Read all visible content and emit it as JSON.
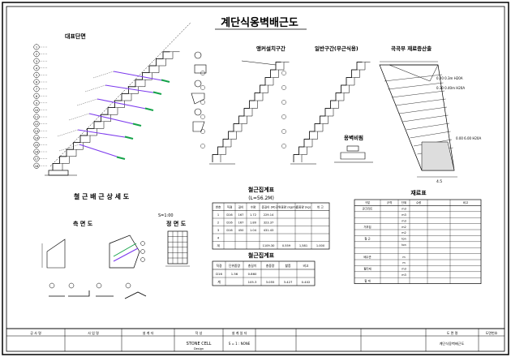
{
  "title": "계단식옹벽배근도",
  "section_titles": {
    "representative_section": "대표단면",
    "anchorage_section": "앵커설치구간",
    "general_section": "일반구간(무근식용)",
    "curved_section": "곡곡부 재료증산출",
    "wall_detail": "옹벽비림",
    "rebar_detail": "철 근 배 근 상 세 도",
    "scale_label": "S=1:00",
    "side_view": "측 면 도",
    "front_view": "정 면 도",
    "rebar_table_title": "철근집계표",
    "rebar_table_sub": "(L=56.2M)",
    "rebar_summary_title": "철근집계표",
    "material_table_title": "재료표"
  },
  "row_labels": [
    "1",
    "2",
    "3",
    "4",
    "5",
    "6",
    "7",
    "8",
    "9",
    "10",
    "11",
    "12",
    "13",
    "14",
    "15",
    "16",
    "17",
    "18"
  ],
  "annotations": {
    "curve_note_1": "0.20 0.3m H20A",
    "curve_note_2": "0.30 0.40m H20A",
    "curve_note_3": "0.00 6.00 H20A",
    "dim_bottom": "4.5"
  },
  "rebar_table": {
    "headers": [
      "번호",
      "직경",
      "길이",
      "수량",
      "총길이 (M)",
      "단위중량 (kg/m)",
      "총중량 (kg)",
      "비 고"
    ],
    "rows": [
      [
        "1",
        "D16",
        "167",
        "1.72",
        "229.14",
        "",
        "",
        ""
      ],
      [
        "2",
        "D16",
        "167",
        "1.80",
        "323.37",
        "",
        "",
        ""
      ],
      [
        "3",
        "D16",
        "450",
        "1.04",
        "431.43",
        "",
        "",
        ""
      ],
      [
        "4",
        "",
        "",
        "",
        "",
        "",
        "",
        ""
      ],
      [
        "계",
        "",
        "",
        "",
        "1109.30",
        "0.559",
        "1,581",
        "1.000"
      ]
    ]
  },
  "rebar_summary": {
    "headers": [
      "직경",
      "단위중량",
      "총길이",
      "총중량",
      "할증",
      "비고"
    ],
    "rows": [
      [
        "D16",
        "1.56",
        "0.860",
        "",
        "",
        ""
      ],
      [
        "계",
        "",
        "105.3",
        "3.055",
        "3.427",
        "0.402"
      ]
    ]
  },
  "material_table": {
    "headers": [
      "구분",
      "규격",
      "단위",
      "수량",
      "",
      "비고"
    ],
    "rows": [
      [
        "콘크리트",
        "",
        "m3",
        "",
        "",
        ""
      ],
      [
        "",
        "",
        "m3",
        "",
        "",
        ""
      ],
      [
        "",
        "",
        "m3",
        "",
        "",
        ""
      ],
      [
        "거푸집",
        "",
        "m2",
        "",
        "",
        ""
      ],
      [
        "",
        "",
        "m2",
        "",
        "",
        ""
      ],
      [
        "철 근",
        "",
        "ton",
        "",
        "",
        ""
      ],
      [
        "",
        "",
        "ton",
        "",
        "",
        ""
      ],
      [
        "",
        "",
        "",
        "",
        "",
        ""
      ],
      [
        "배수관",
        "",
        "m",
        "",
        "",
        ""
      ],
      [
        "",
        "",
        "m",
        "",
        "",
        ""
      ],
      [
        "필터재",
        "",
        "m3",
        "",
        "",
        ""
      ],
      [
        "",
        "",
        "m3",
        "",
        "",
        ""
      ],
      [
        "합 계",
        "",
        "",
        "",
        "",
        ""
      ]
    ]
  },
  "title_block": {
    "cells": [
      "공 사 명",
      "사 업 명",
      "설 계 자",
      "작 성",
      "설 계 일 자",
      "",
      "",
      "",
      "도 면 명",
      "도면번호"
    ],
    "logo_text": "STONE CELL",
    "logo_sub": "Design",
    "scale_value": "S = 1 : NONE",
    "drawing_name": "계단식옹벽배근도"
  }
}
